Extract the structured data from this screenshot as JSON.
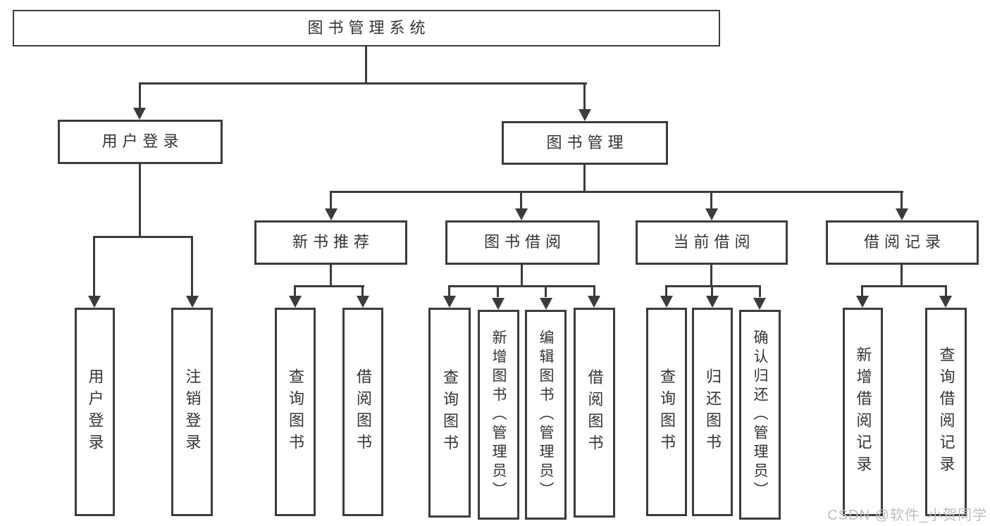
{
  "title": "图书管理系统",
  "colors": {
    "line": "#3b3b3b",
    "text": "#333333",
    "background": "#ffffff",
    "watermark": "#b9bdc4"
  },
  "watermark": {
    "text": "CSDN @软件_小贺同学"
  },
  "labels": {
    "root": "图书管理系统",
    "userLogin": "用户登录",
    "bookMgmt": "图书管理",
    "newBookRec": "新书推荐",
    "bookBorrow": "图书借阅",
    "currentBorrow": "当前借阅",
    "borrowRecords": "借阅记录",
    "login": "用户登录",
    "logout": "注销登录",
    "nbQuery": "查询图书",
    "nbBorrow": "借阅图书",
    "bbQuery": "查询图书",
    "bbAdd": "新增图书（管理员）",
    "bbEdit": "编辑图书（管理员）",
    "bbBorrow": "借阅图书",
    "cbQuery": "查询图书",
    "cbReturn": "归还图书",
    "cbConfirm": "确认归还（管理员）",
    "brAdd": "新增借阅记录",
    "brQuery": "查询借阅记录"
  },
  "hierarchy": {
    "图书管理系统": {
      "用户登录": [
        "用户登录",
        "注销登录"
      ],
      "图书管理": {
        "新书推荐": [
          "查询图书",
          "借阅图书"
        ],
        "图书借阅": [
          "查询图书",
          "新增图书（管理员）",
          "编辑图书（管理员）",
          "借阅图书"
        ],
        "当前借阅": [
          "查询图书",
          "归还图书",
          "确认归还（管理员）"
        ],
        "借阅记录": [
          "新增借阅记录",
          "查询借阅记录"
        ]
      }
    }
  }
}
